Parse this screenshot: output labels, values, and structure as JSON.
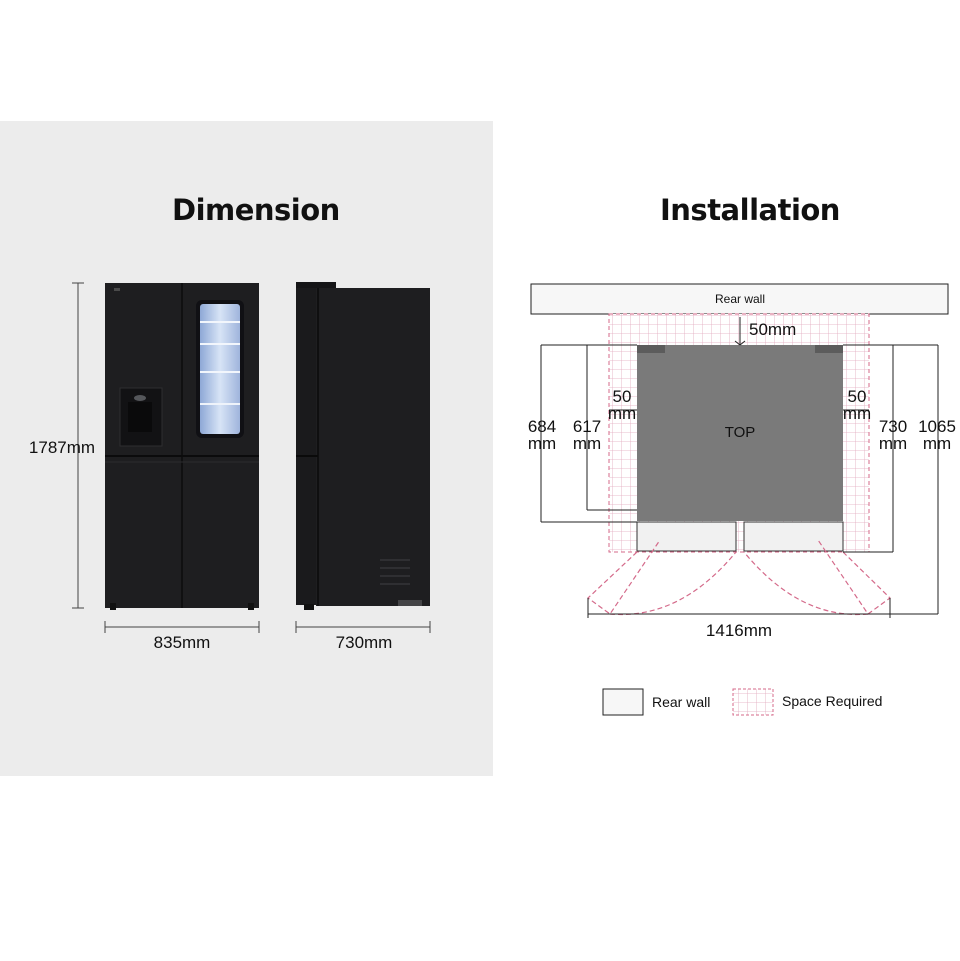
{
  "dimension": {
    "title": "Dimension",
    "height_label": "1787mm",
    "width_label": "835mm",
    "depth_label": "730mm"
  },
  "installation": {
    "title": "Installation",
    "rear_wall_label": "Rear wall",
    "top_gap_label": "50mm",
    "side_gap_left": [
      "50",
      "mm"
    ],
    "side_gap_right": [
      "50",
      "mm"
    ],
    "top_label": "TOP",
    "depth_684": [
      "684",
      "mm"
    ],
    "depth_617": [
      "617",
      "mm"
    ],
    "depth_730": [
      "730",
      "mm"
    ],
    "depth_1065": [
      "1065",
      "mm"
    ],
    "open_width_label": "1416mm"
  },
  "legend": {
    "rear_wall": "Rear wall",
    "space_required": "Space Required"
  },
  "colors": {
    "fridge_body": "#1e1e20",
    "panel_bg": "#ececec",
    "space_required": "#d46a8a",
    "top_fill": "#7a7a7a"
  }
}
